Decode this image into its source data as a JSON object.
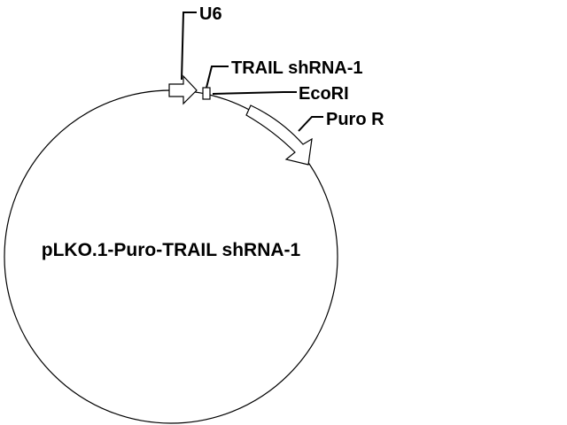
{
  "plasmid": {
    "name": "pLKO.1-Puro-TRAIL shRNA-1"
  },
  "features": {
    "u6": {
      "label": "U6"
    },
    "trail_shrna": {
      "label": "TRAIL shRNA-1"
    },
    "ecori": {
      "label": "EcoRI"
    },
    "puro_r": {
      "label": "Puro R"
    }
  },
  "colors": {
    "stroke": "#000000",
    "feature_fill": "#ffffff",
    "background": "#ffffff"
  }
}
